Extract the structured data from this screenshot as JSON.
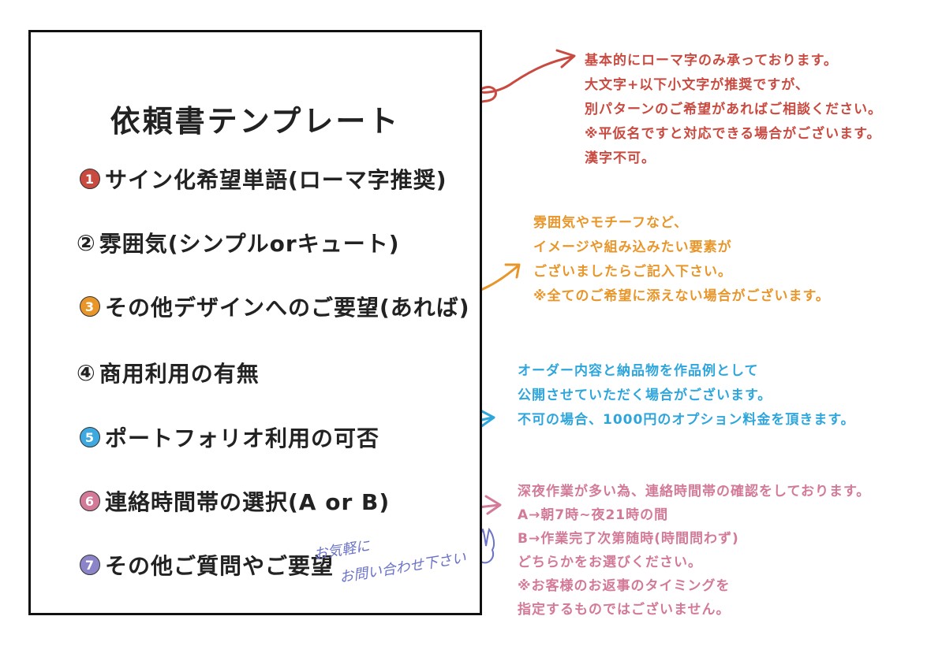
{
  "template": {
    "title": "依頼書テンプレート",
    "items": [
      {
        "num": "1",
        "label": "サイン化希望単語(ローマ字推奨)",
        "color": "#c94a40"
      },
      {
        "num": "②",
        "label": "雰囲気(シンプルorキュート)",
        "color": "#ffffff"
      },
      {
        "num": "3",
        "label": "その他デザインへのご要望(あれば)",
        "color": "#e8962a"
      },
      {
        "num": "④",
        "label": "商用利用の有無",
        "color": "#ffffff"
      },
      {
        "num": "5",
        "label": "ポートフォリオ利用の可否",
        "color": "#3ea8e0"
      },
      {
        "num": "6",
        "label": "連絡時間帯の選択(A or B)",
        "color": "#d27a98"
      },
      {
        "num": "7",
        "label": "その他ご質問やご要望",
        "color": "#8c84c8"
      }
    ]
  },
  "notes": {
    "note1": {
      "color": "#c94a40",
      "lines": [
        "基本的にローマ字のみ承っております。",
        "大文字+以下小文字が推奨ですが、",
        "別パターンのご希望があればご相談ください。",
        "※平仮名ですと対応できる場合がございます。",
        "漢字不可。"
      ]
    },
    "note3": {
      "color": "#e8962a",
      "lines": [
        "雰囲気やモチーフなど、",
        "イメージや組み込みたい要素が",
        "ございましたらご記入下さい。",
        "※全てのご希望に添えない場合がございます。"
      ]
    },
    "note5": {
      "color": "#2ea6dc",
      "lines": [
        "オーダー内容と納品物を作品例として",
        "公開させていただく場合がございます。",
        "不可の場合、1000円のオプション料金を頂きます。"
      ]
    },
    "note6": {
      "color": "#d27a98",
      "lines": [
        "深夜作業が多い為、連絡時間帯の確認をしております。",
        "A→朝7時~夜21時の間",
        "B→作業完了次第随時(時間問わず)",
        "どちらかをお選びください。",
        "※お客様のお返事のタイミングを",
        "指定するものではございません。"
      ]
    }
  },
  "handwritten": {
    "line1": "お気軽に",
    "line2": "お問い合わせ下さい",
    "color": "#6b73c9"
  }
}
